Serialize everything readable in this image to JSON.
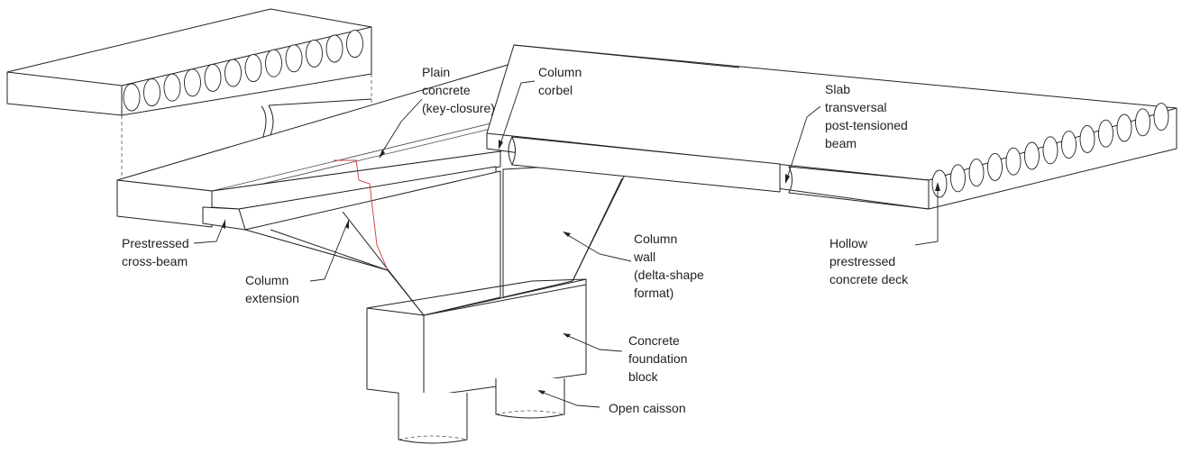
{
  "labels": {
    "plain_concrete": [
      "Plain",
      "concrete",
      "(key-closure)"
    ],
    "column_corbel": [
      "Column",
      "corbel"
    ],
    "slab_beam": [
      "Slab",
      "transversal",
      "post-tensioned",
      "beam"
    ],
    "prestressed_cross_beam": [
      "Prestressed",
      "cross-beam"
    ],
    "column_extension": [
      "Column",
      "extension"
    ],
    "column_wall": [
      "Column",
      "wall",
      "(delta-shape",
      "format)"
    ],
    "hollow_deck": [
      "Hollow",
      "prestressed",
      "concrete deck"
    ],
    "foundation_block": [
      "Concrete",
      "foundation",
      "block"
    ],
    "open_caisson": [
      "Open caisson"
    ]
  },
  "colors": {
    "line": "#222222",
    "key_closure_outline": "#d0353a"
  }
}
